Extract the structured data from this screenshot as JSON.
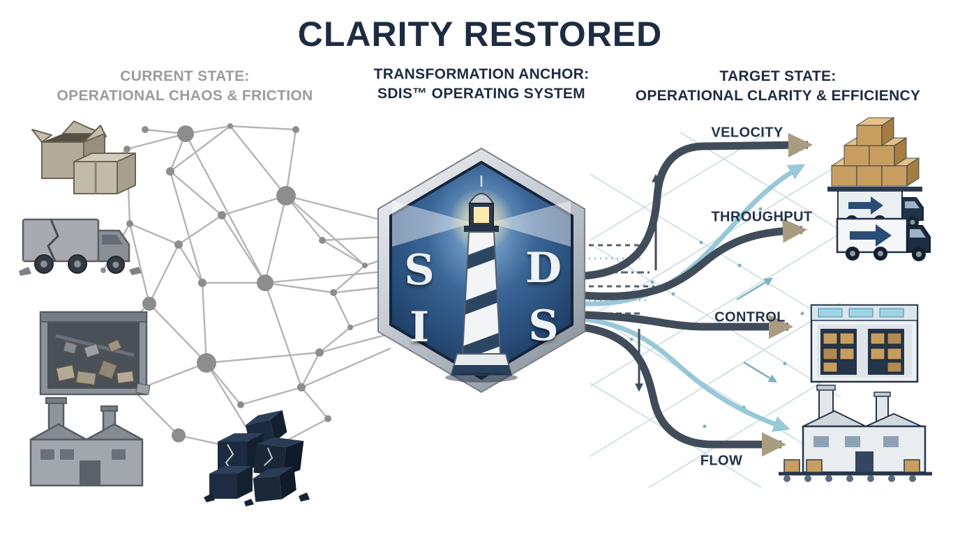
{
  "title": "CLARITY RESTORED",
  "columns": {
    "left": {
      "line1": "CURRENT STATE:",
      "line2": "OPERATIONAL CHAOS & FRICTION"
    },
    "center": {
      "line1": "TRANSFORMATION ANCHOR:",
      "line2": "SDIS™ OPERATING SYSTEM"
    },
    "right": {
      "line1": "TARGET STATE:",
      "line2": "OPERATIONAL CLARITY & EFFICIENCY"
    }
  },
  "badge": {
    "letters": [
      "S",
      "D",
      "I",
      "S"
    ]
  },
  "flows": [
    {
      "label": "VELOCITY"
    },
    {
      "label": "THROUGHPUT"
    },
    {
      "label": "CONTROL"
    },
    {
      "label": "FLOW"
    }
  ],
  "colors": {
    "navy": "#1e2c42",
    "gray_text": "#9c9c9c",
    "chaos_gray": "#a8a8a8",
    "arrow_slate": "#414c5a",
    "arrowhead_tan": "#a89d80",
    "teal": "#8fc3d4",
    "box_tan": "#c89e60",
    "badge_silver": "#c6ccd3",
    "badge_blue": "#3a6697"
  }
}
